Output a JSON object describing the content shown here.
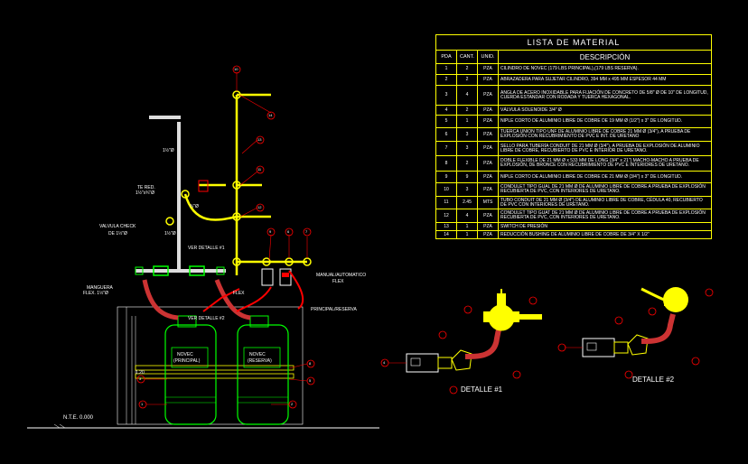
{
  "table": {
    "title": "LISTA DE MATERIAL",
    "headers": {
      "item": "PDA",
      "qty": "CANT.",
      "unit": "UNID.",
      "desc": "DESCRIPCIÓN"
    },
    "rows": [
      {
        "item": "1",
        "qty": "2",
        "unit": "PZA",
        "desc": "CILINDRO DE NOVEC (179 LBS PRINCIPAL),(179 LBS RESERVA)."
      },
      {
        "item": "2",
        "qty": "2",
        "unit": "PZA",
        "desc": "ABRAZADERA PARA SUJETAR CILINDRO, 394 MM x 495 MM ESPESOR 44 MM"
      },
      {
        "item": "3",
        "qty": "4",
        "unit": "PZA",
        "desc": "ANGLA DE ACERO INOXIDABLE PARA FIJACIÓN DE CONCRETO DE 5/8\" Ø DE 10\" DE LONGITUD, CUERDA ESTANDAR CON RODADA Y TUERCA HEXAGONAL."
      },
      {
        "item": "4",
        "qty": "2",
        "unit": "PZA",
        "desc": "VÁLVULA SOLENOIDE 3/4\" Ø"
      },
      {
        "item": "5",
        "qty": "1",
        "unit": "PZA",
        "desc": "NIPLE CORTO DE ALUMINIO LIBRE DE COBRE DE 19 MM Ø (1/2\") x 3\" DE LONGITUD."
      },
      {
        "item": "6",
        "qty": "3",
        "unit": "PZA",
        "desc": "TUERCA UNION TIPO UNF DE ALUMINIO LIBRE DE COBRE 21 MM Ø (3/4\"), A PRUEBA DE EXPLOSIÓN CON RECUBRIMIENTO DE PVC E INT. DE URETANO"
      },
      {
        "item": "7",
        "qty": "3",
        "unit": "PZA",
        "desc": "SELLO PARA TUBERÍA CONDUIT DE 21 MM Ø (3/4\"), A PRUEBA DE EXPLOSIÓN DE ALUMINIO LIBRE DE COBRE, RECUBIERTO DE PVC E INTERIOR DE URETANO."
      },
      {
        "item": "8",
        "qty": "2",
        "unit": "PZA",
        "desc": "DOBLE FLEXIBLE DE 21 MM Ø x 533 MM DE LONG (3/4\" x 21\") MACHO-MACHO A PRUEBA DE EXPLOSIÓN, DE BRONCE CON RECUBRIMIENTO DE PVC E INTERIORES DE URETANO."
      },
      {
        "item": "9",
        "qty": "9",
        "unit": "PZA",
        "desc": "NIPLE CORTO DE ALUMINIO LIBRE DE COBRE DE 21 MM Ø (3/4\") x 3\" DE LONGITUD."
      },
      {
        "item": "10",
        "qty": "3",
        "unit": "PZA",
        "desc": "CONDULET TIPO GUAL DE 21 MM Ø DE ALUMINIO LIBRE DE COBRE A PRUEBA DE EXPLOSIÓN RECUBIERTA DE PVC, CON INTERIORES DE URETANO."
      },
      {
        "item": "11",
        "qty": "2.45",
        "unit": "MTS",
        "desc": "TUBO CONDUIT DE 21 MM Ø (3/4\") DE ALUMINIO LIBRE DE COBRE, CÉDULA 40, RECUBIERTO DE PVC CON INTERIORES DE URETANO."
      },
      {
        "item": "12",
        "qty": "4",
        "unit": "PZA",
        "desc": "CONDULET TIPO GUAT DE 21 MM Ø DE ALUMINIO LIBRE DE COBRE A PRUEBA DE EXPLOSIÓN RECUBIERTA DE PVC, CON INTERIORES DE URETANO."
      },
      {
        "item": "13",
        "qty": "1",
        "unit": "PZA",
        "desc": "SWITCH DE PRESIÓN"
      },
      {
        "item": "14",
        "qty": "1",
        "unit": "PZA",
        "desc": "REDUCCIÓN BUSHING DE ALUMINIO LIBRE DE COBRE DE 3/4\" X 1/2\""
      }
    ]
  },
  "labels": {
    "dim_top": "1½\"Ø",
    "te_red": "TE RED.",
    "te_red_size": "1½\"x¾\"Ø",
    "dim_mid": "¾\"Ø",
    "dim_low": "1½\"Ø",
    "valvula_check": "VALVULA CHECK",
    "valvula_check_size": "DE 1½\"Ø",
    "manguera": "MANGUERA",
    "manguera_size": "FLEX. 1½\"Ø",
    "ver_detalle_1": "VER DETALLE #1",
    "ver_detalle_2": "VER DETALLE #2",
    "flex": "FLEX",
    "manual_auto": "MANUAL/AUTOMATICO",
    "flex2": "FLEX",
    "principal_reserva": "PRINCIPAL/RESERVA",
    "cyl1_a": "NOVEC",
    "cyl1_b": "(PRINCIPAL)",
    "cyl2_a": "NOVEC",
    "cyl2_b": "(RESERVA)",
    "nte": "N.T.E. 0.000",
    "height_dim": "1.20"
  },
  "details": {
    "d1": "DETALLE #1",
    "d2": "DETALLE #2"
  },
  "callouts": {
    "c10": "10",
    "c14": "14",
    "c13": "13",
    "c11": "11",
    "c12": "12",
    "c9": "9",
    "c6": "6",
    "c7": "7",
    "c8": "8",
    "c4": "4",
    "c5": "5",
    "c3": "3",
    "c2": "2",
    "c1": "1"
  },
  "colors": {
    "yellow": "#ffff00",
    "red": "#ff0000",
    "green": "#00ff00",
    "white": "#ffffff",
    "cyan": "#00ffff",
    "darkred": "#cc3333"
  }
}
